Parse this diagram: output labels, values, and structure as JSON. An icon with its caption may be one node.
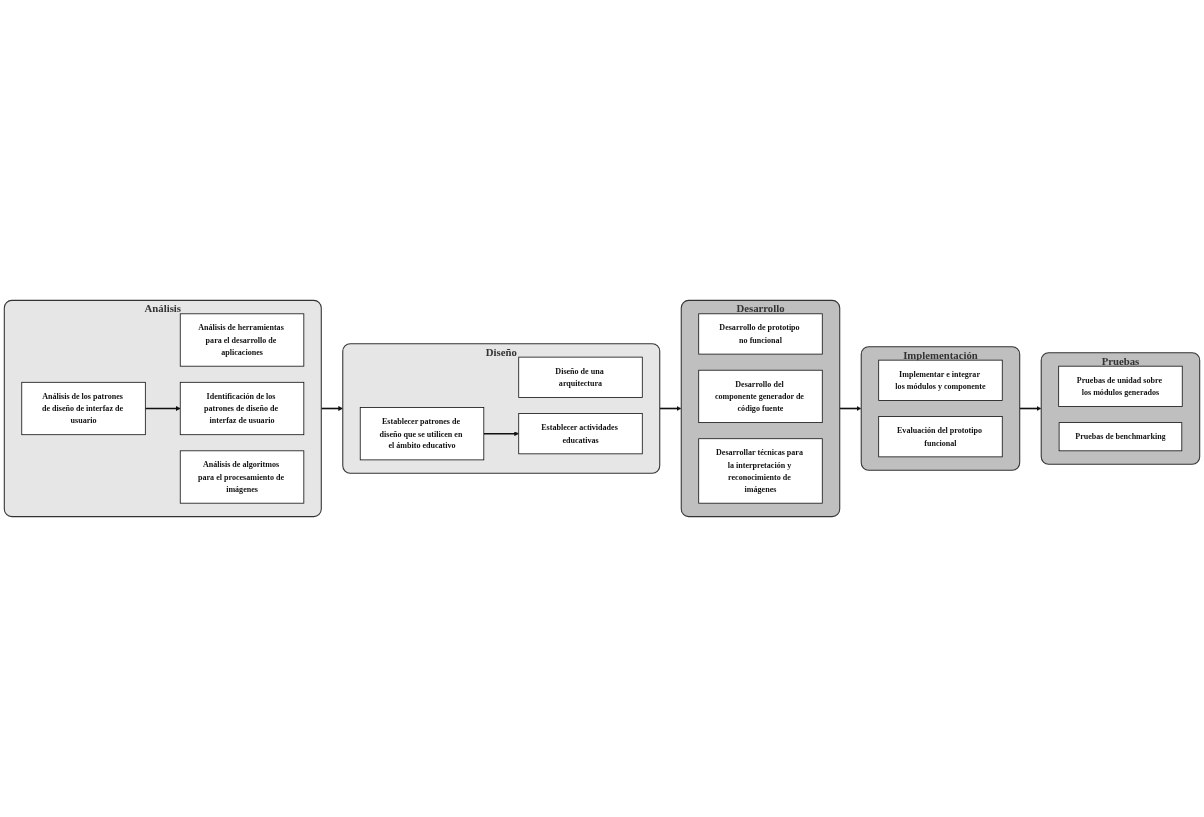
{
  "diagram": {
    "nodes": [
      {
        "text": [
          "Análisis"
        ]
      },
      {
        "text": [
          "Análisis de herramientas para el desarrollo de aplicaciones"
        ],
        "in": 0
      },
      {
        "text": [
          "Análisis de algoritmos para el procesamiento de imágenes"
        ],
        "in": 0
      },
      {
        "text": [
          "Análisis de los patrones de diseño de interfaz de usuario"
        ],
        "in": 0
      },
      {
        "text": [
          "Identificación de los patrones de diseño de interfaz de usuario"
        ],
        "in": 0
      },
      {
        "text": [
          "Diseño"
        ]
      },
      {
        "text": [
          "Diseño de una arquitectura"
        ],
        "in": 5
      },
      {
        "text": [
          "Establecer patrones de diseño que se utilicen en el ámbito educativo"
        ],
        "in": 5
      },
      {
        "text": [
          "Establecer actividades educativas"
        ],
        "in": 5
      },
      {
        "text": [
          "Desarrollo"
        ]
      },
      {
        "text": [
          "Desarrollo de prototipo no funcional"
        ],
        "in": 9
      },
      {
        "text": [
          "Desarrollo del componente generador de código fuente"
        ],
        "in": 9
      },
      {
        "text": [
          "Desarrollar técnicas para la interpretación y reconocimiento de imágenes"
        ],
        "in": 9
      },
      {
        "text": [
          "Implementación"
        ]
      },
      {
        "text": [
          "Implementar e integrar los módulos y componente"
        ],
        "in": 13
      },
      {
        "text": [
          "Evaluación del prototipo funcional"
        ],
        "in": 13
      },
      {
        "text": [
          "Pruebas"
        ]
      },
      {
        "text": [
          "Pruebas de unidad sobre los módulos generados"
        ],
        "in": 16
      },
      {
        "text": [
          "Pruebas de benchmarking"
        ],
        "in": 16
      }
    ],
    "edges": [
      {
        "from": 3,
        "to": 4,
        "arrow": "to"
      },
      {
        "from": 0,
        "to": 5,
        "arrow": "to"
      },
      {
        "from": 7,
        "to": 8,
        "arrow": "to"
      },
      {
        "from": 5,
        "to": 9,
        "arrow": "to"
      },
      {
        "from": 9,
        "to": 13,
        "arrow": "to"
      },
      {
        "from": 13,
        "to": 16,
        "arrow": "to"
      }
    ]
  }
}
